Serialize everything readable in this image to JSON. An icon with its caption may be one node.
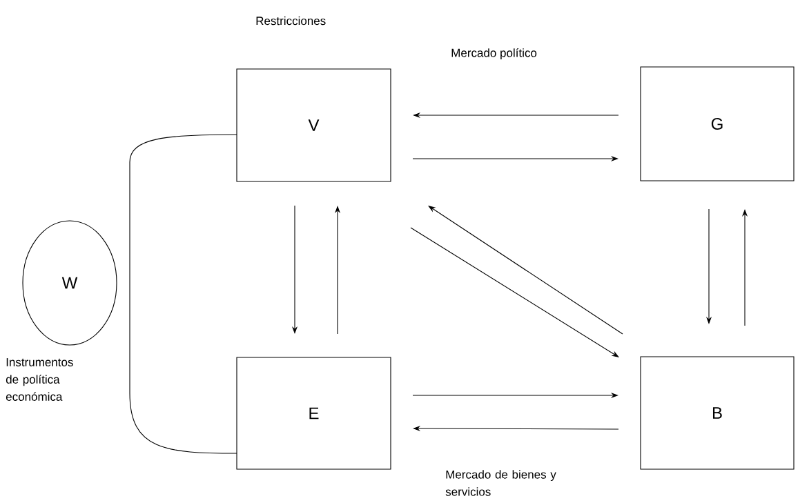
{
  "diagram": {
    "nodes": [
      {
        "text": [
          "V"
        ]
      },
      {
        "text": [
          "G"
        ]
      },
      {
        "text": [
          "W"
        ]
      },
      {
        "text": [
          "E"
        ]
      },
      {
        "text": [
          "B"
        ]
      }
    ],
    "edges": [
      {
        "from": 1,
        "to": 0,
        "arrow": "to"
      },
      {
        "from": 0,
        "to": 1,
        "arrow": "to"
      },
      {
        "from": 0,
        "to": 3,
        "arrow": "to"
      },
      {
        "from": 3,
        "to": 0,
        "arrow": "to"
      },
      {
        "from": 0,
        "to": 4,
        "arrow": "to"
      },
      {
        "from": 4,
        "to": 0,
        "arrow": "to"
      },
      {
        "from": 1,
        "to": 4,
        "arrow": "to"
      },
      {
        "from": 4,
        "to": 1,
        "arrow": "to"
      },
      {
        "from": 3,
        "to": 4,
        "arrow": "to"
      },
      {
        "from": 4,
        "to": 3,
        "arrow": "to"
      },
      {
        "from": 0,
        "to": 3,
        "arrow": "none"
      }
    ],
    "labels": [
      "Restricciones",
      "Mercado político",
      "Instrumentos de política económica",
      "Mercado de bienes y servicios"
    ]
  }
}
